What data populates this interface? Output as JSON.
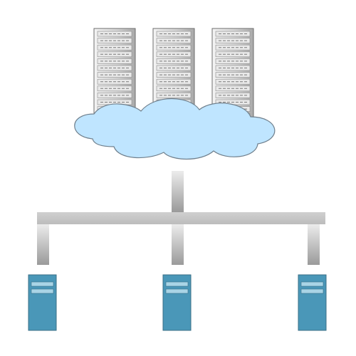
{
  "diagram": {
    "nodes": [
      {
        "id": "rack-1",
        "kind": "server-rack"
      },
      {
        "id": "rack-2",
        "kind": "server-rack"
      },
      {
        "id": "rack-3",
        "kind": "server-rack"
      },
      {
        "id": "cloud",
        "kind": "cloud"
      },
      {
        "id": "client-1",
        "kind": "tower-computer"
      },
      {
        "id": "client-2",
        "kind": "tower-computer"
      },
      {
        "id": "client-3",
        "kind": "tower-computer"
      }
    ],
    "edges": [
      {
        "from": "cloud",
        "to": "client-1"
      },
      {
        "from": "cloud",
        "to": "client-2"
      },
      {
        "from": "cloud",
        "to": "client-3"
      }
    ]
  },
  "colors": {
    "rack_light": "#f4f4f4",
    "rack_dark": "#a9a9a9",
    "rack_stroke": "#6e6e6e",
    "cloud_fill": "#bfe5ff",
    "cloud_stroke": "#6f7f8c",
    "cable_light": "#e8e8e8",
    "cable_dark": "#9a9a9a",
    "tower_fill": "#4a97b8",
    "tower_stroke": "#3a6f86",
    "tower_slot": "#a9d4e6"
  }
}
